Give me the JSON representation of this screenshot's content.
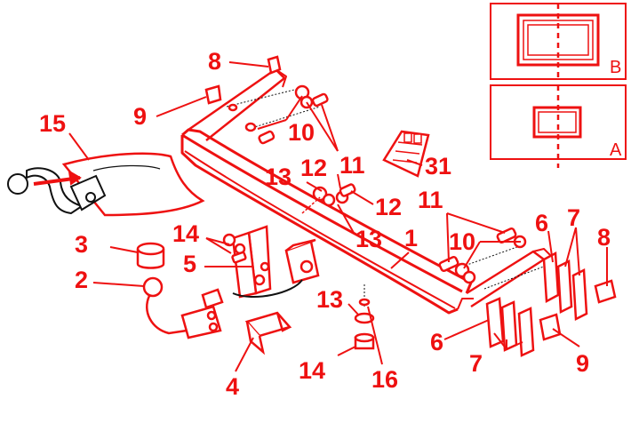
{
  "colors": {
    "red": "#ee1111",
    "black": "#111111",
    "paper": "#ffffff"
  },
  "labels": {
    "l15": "15",
    "l8a": "8",
    "l9a": "9",
    "l10a": "10",
    "l11a": "11",
    "l31": "31",
    "l13a": "13",
    "l12a": "12",
    "l12b": "12",
    "l13b": "13",
    "l11b": "11",
    "l14a": "14",
    "l1": "1",
    "l3": "3",
    "l5": "5",
    "l10b": "10",
    "l6a": "6",
    "l7a": "7",
    "l8b": "8",
    "l2": "2",
    "l13c": "13",
    "l6b": "6",
    "l9b": "9",
    "l7b": "7",
    "l14b": "14",
    "l4": "4",
    "l16": "16"
  },
  "insets": {
    "b_label": "B",
    "a_label": "A"
  }
}
